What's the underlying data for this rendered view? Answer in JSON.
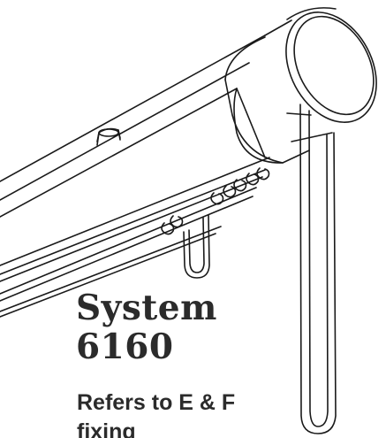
{
  "product": {
    "title_line1": "System",
    "title_line2": "6160",
    "subtitle_line1": "Refers to E & F",
    "subtitle_line2": "fixing"
  },
  "colors": {
    "background": "#ffffff",
    "line": "#1a1a1a",
    "text": "#2b2b2b"
  },
  "illustration": {
    "name": "curtain-track-illustration"
  }
}
